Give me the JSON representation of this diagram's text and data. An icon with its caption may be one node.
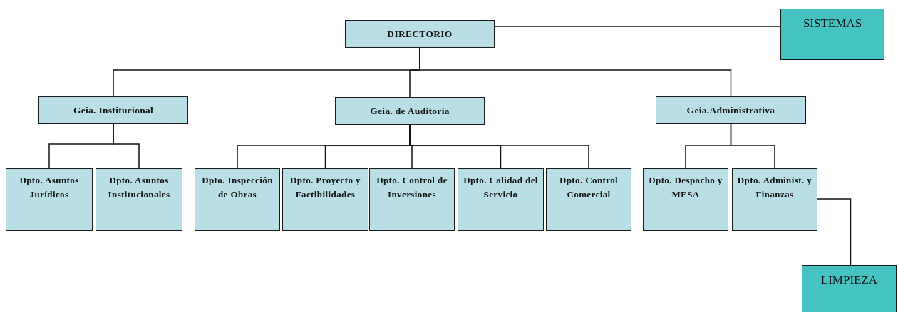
{
  "diagram": {
    "nodes": [
      {
        "text": [
          "DIRECTORIO"
        ]
      },
      {
        "text": [
          "SISTEMAS"
        ]
      },
      {
        "text": [
          "Geia. Institucional"
        ]
      },
      {
        "text": [
          "Geia. de Auditoria"
        ]
      },
      {
        "text": [
          "Geia.Administrativa"
        ]
      },
      {
        "text": [
          "Dpto. Asuntos Jurídicos"
        ]
      },
      {
        "text": [
          "Dpto. Asuntos Institucionales"
        ]
      },
      {
        "text": [
          "Dpto. Inspección de Obras"
        ]
      },
      {
        "text": [
          "Dpto. Proyecto y Factibilidades"
        ]
      },
      {
        "text": [
          "Dpto. Control de Inversiones"
        ]
      },
      {
        "text": [
          "Dpto. Calidad del Servicio"
        ]
      },
      {
        "text": [
          "Dpto. Control Comercial"
        ]
      },
      {
        "text": [
          "Dpto. Despacho y MESA"
        ]
      },
      {
        "text": [
          "Dpto. Administ. y Finanzas"
        ]
      },
      {
        "text": [
          "LIMPIEZA"
        ]
      }
    ],
    "edges": [
      {
        "from": 0,
        "to": 1,
        "arrow": "none"
      },
      {
        "from": 0,
        "to": 2,
        "arrow": "none"
      },
      {
        "from": 0,
        "to": 3,
        "arrow": "none"
      },
      {
        "from": 0,
        "to": 4,
        "arrow": "none"
      },
      {
        "from": 2,
        "to": 5,
        "arrow": "none"
      },
      {
        "from": 2,
        "to": 6,
        "arrow": "none"
      },
      {
        "from": 3,
        "to": 7,
        "arrow": "none"
      },
      {
        "from": 3,
        "to": 8,
        "arrow": "none"
      },
      {
        "from": 3,
        "to": 9,
        "arrow": "none"
      },
      {
        "from": 3,
        "to": 10,
        "arrow": "none"
      },
      {
        "from": 3,
        "to": 11,
        "arrow": "none"
      },
      {
        "from": 4,
        "to": 12,
        "arrow": "none"
      },
      {
        "from": 4,
        "to": 13,
        "arrow": "none"
      },
      {
        "from": 13,
        "to": 14,
        "arrow": "none"
      }
    ]
  }
}
